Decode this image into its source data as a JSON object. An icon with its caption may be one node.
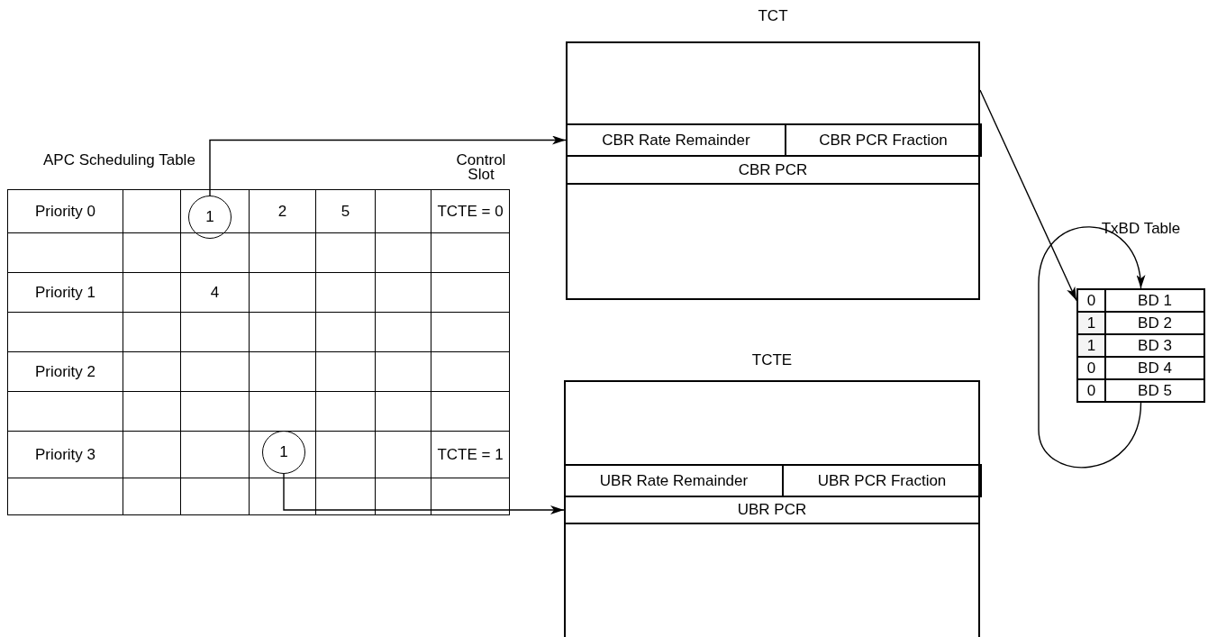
{
  "diagram": {
    "nodes": [
      {
        "text": [
          "TCT"
        ]
      },
      {
        "text": [
          "CBR Rate Remainder"
        ],
        "in": 0
      },
      {
        "text": [
          "CBR PCR Fraction"
        ],
        "in": 0
      },
      {
        "text": [
          "CBR PCR"
        ],
        "in": 0
      },
      {
        "text": [
          "TCTE"
        ]
      },
      {
        "text": [
          "UBR Rate Remainder"
        ],
        "in": 4
      },
      {
        "text": [
          "UBR PCR Fraction"
        ],
        "in": 4
      },
      {
        "text": [
          "UBR PCR"
        ],
        "in": 4
      },
      {
        "text": [
          "APC Scheduling Table"
        ]
      },
      {
        "text": [
          "1"
        ],
        "in": 8
      },
      {
        "text": [
          "1"
        ],
        "in": 8
      },
      {
        "text": [
          "TxBD Table"
        ]
      },
      {
        "text": [
          "0",
          "BD 1"
        ],
        "in": 11
      },
      {
        "text": [
          "1",
          "BD 2"
        ],
        "in": 11
      },
      {
        "text": [
          "1",
          "BD 3"
        ],
        "in": 11
      },
      {
        "text": [
          "0",
          "BD 4"
        ],
        "in": 11
      },
      {
        "text": [
          "0",
          "BD 5"
        ],
        "in": 11
      }
    ],
    "edges": [
      {
        "from": 9,
        "to": 1,
        "arrow": "to"
      },
      {
        "from": 10,
        "to": 7,
        "arrow": "to"
      },
      {
        "from": 0,
        "to": 12,
        "arrow": "to"
      },
      {
        "from": 16,
        "to": 12,
        "arrow": "to"
      }
    ],
    "labels": [
      "Control Slot",
      "Priority 0",
      "2",
      "5",
      "TCTE = 0",
      "Priority 1",
      "4",
      "Priority 2",
      "Priority 3",
      "TCTE = 1"
    ]
  }
}
